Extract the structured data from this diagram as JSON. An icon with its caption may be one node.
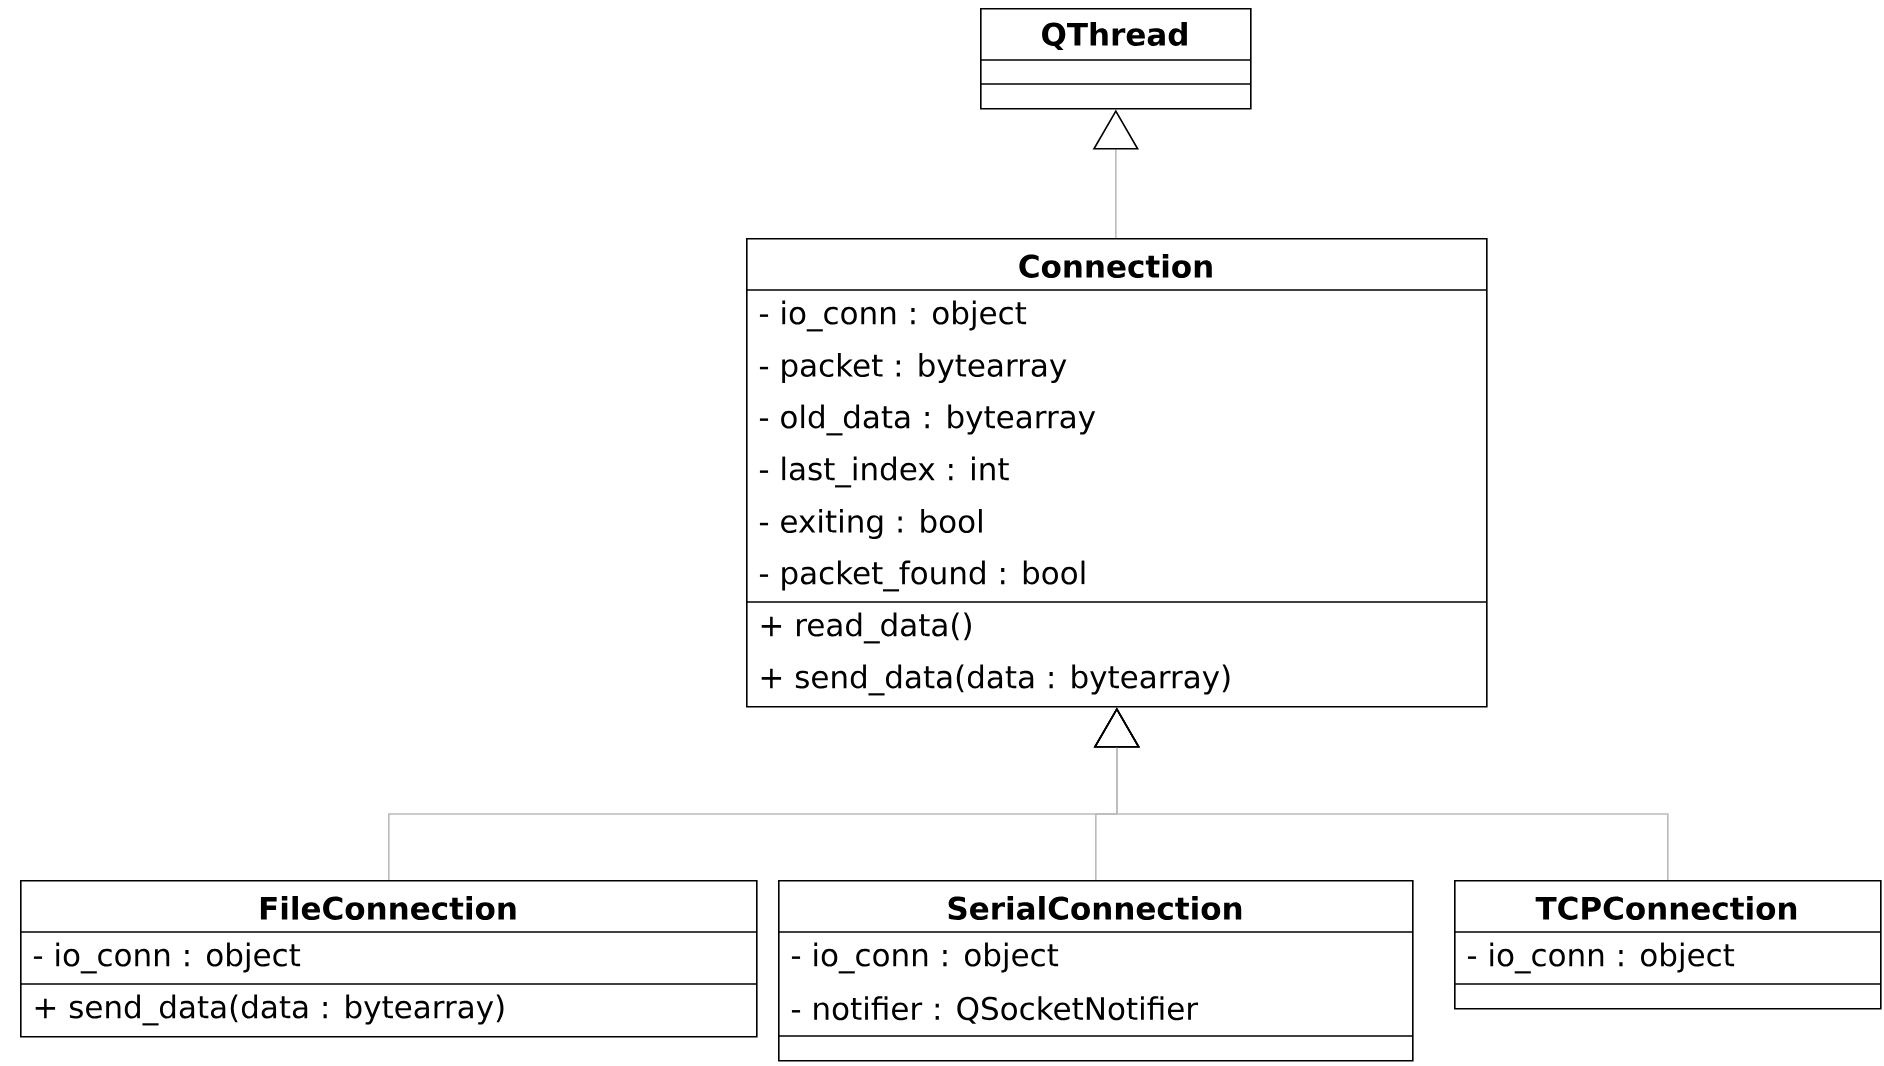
{
  "diagram": {
    "nodes": [
      {
        "text": [
          "QThread"
        ]
      },
      {
        "text": [
          "Connection",
          "- io_conn : object",
          "- packet : bytearray",
          "- old_data : bytearray",
          "- last_index : int",
          "- exiting : bool",
          "- packet_found : bool",
          "+ read_data()",
          "+ send_data(data : bytearray)"
        ]
      },
      {
        "text": [
          "FileConnection",
          "- io_conn : object",
          "+ send_data(data : bytearray)"
        ]
      },
      {
        "text": [
          "SerialConnection",
          "- io_conn : object",
          "- notifier : QSocketNotifier"
        ]
      },
      {
        "text": [
          "TCPConnection",
          "- io_conn : object"
        ]
      }
    ],
    "edges": [
      {
        "from": 1,
        "to": 0,
        "arrow": "to"
      },
      {
        "from": 2,
        "to": 1,
        "arrow": "to"
      },
      {
        "from": 3,
        "to": 1,
        "arrow": "to"
      },
      {
        "from": 4,
        "to": 1,
        "arrow": "to"
      }
    ]
  }
}
